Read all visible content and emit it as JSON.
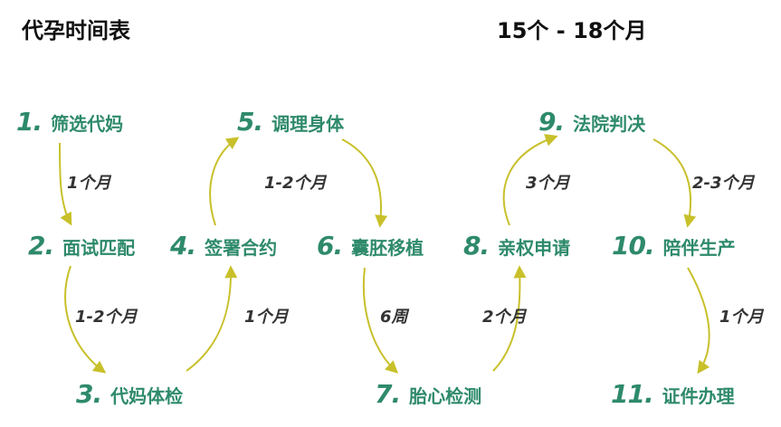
{
  "header": {
    "title": "代孕时间表",
    "range": "15个 - 18个月"
  },
  "colors": {
    "step_text": "#2e8a6a",
    "arrow": "#c8c02a",
    "duration_text": "#333333"
  },
  "steps": [
    {
      "num": "1.",
      "label": "筛选代妈"
    },
    {
      "num": "2.",
      "label": "面试匹配"
    },
    {
      "num": "3.",
      "label": "代妈体检"
    },
    {
      "num": "4.",
      "label": "签署合约"
    },
    {
      "num": "5.",
      "label": "调理身体"
    },
    {
      "num": "6.",
      "label": "囊胚移植"
    },
    {
      "num": "7.",
      "label": "胎心检测"
    },
    {
      "num": "8.",
      "label": "亲权申请"
    },
    {
      "num": "9.",
      "label": "法院判决"
    },
    {
      "num": "10.",
      "label": "陪伴生产"
    },
    {
      "num": "11.",
      "label": "证件办理"
    }
  ],
  "durations": [
    "1个月",
    "1-2个月",
    "1个月",
    "1-2个月",
    "6周",
    "2个月",
    "3个月",
    "2-3个月",
    "1个月"
  ]
}
